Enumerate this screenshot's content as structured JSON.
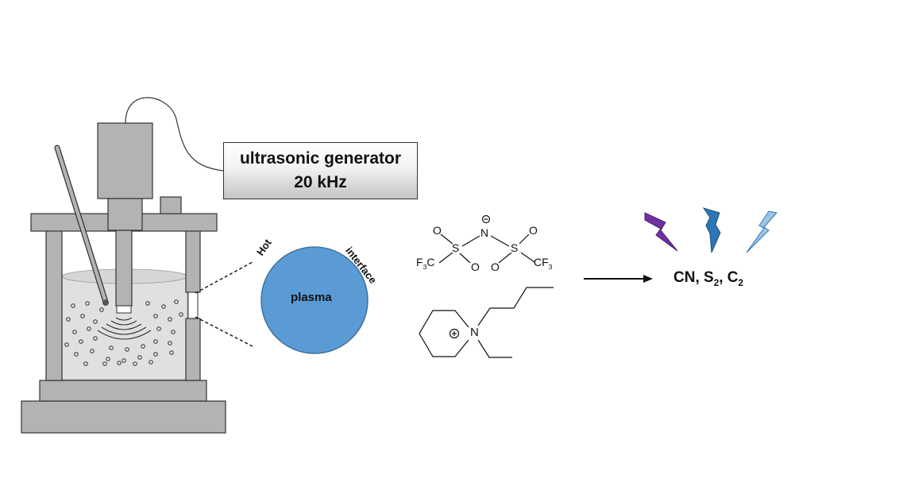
{
  "generator": {
    "line1": "ultrasonic generator",
    "line2": "20 kHz"
  },
  "bubble": {
    "hot": "Hot",
    "interface": "interface",
    "plasma": "plasma"
  },
  "anion": {
    "o": "O",
    "s": "S",
    "n": "N",
    "left_group": "F",
    "left_group_sub": "3",
    "left_group_tail": "C",
    "right_group": "CF",
    "right_group_sub": "3"
  },
  "cation": {
    "n": "N"
  },
  "products": {
    "cn": "CN, ",
    "s": "S",
    "s_sub": "2",
    "sep": ", ",
    "c": "C",
    "c_sub": "2"
  },
  "colors": {
    "steel": "#b3b3b3",
    "plasma": "#5b9bd5",
    "flash_purple": "#7030a0",
    "flash_blue": "#2e75b6",
    "flash_light": "#9dc3e6"
  }
}
